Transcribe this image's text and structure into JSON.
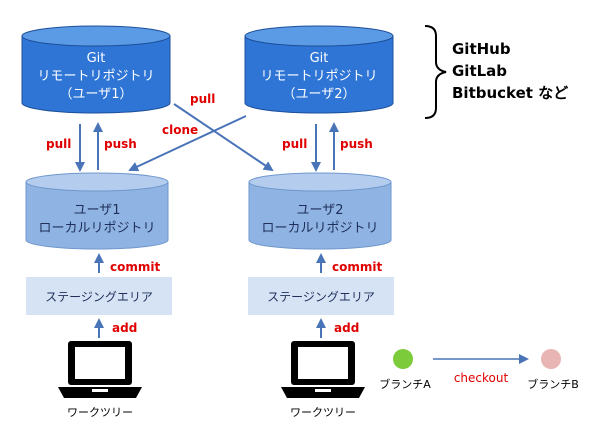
{
  "remote1": {
    "line1": "Git",
    "line2": "リモートリポジトリ",
    "line3": "（ユーザ1）"
  },
  "remote2": {
    "line1": "Git",
    "line2": "リモートリポジトリ",
    "line3": "（ユーザ2）"
  },
  "local1": {
    "line1": "ユーザ1",
    "line2": "ローカルリポジトリ"
  },
  "local2": {
    "line1": "ユーザ2",
    "line2": "ローカルリポジトリ"
  },
  "staging": "ステージングエリア",
  "worktree": "ワークツリー",
  "labels": {
    "pull": "pull",
    "push": "push",
    "clone": "clone",
    "commit": "commit",
    "add": "add",
    "checkout": "checkout"
  },
  "hosts": [
    "GitHub",
    "GitLab",
    "Bitbucket など"
  ],
  "branch_a": "ブランチA",
  "branch_b": "ブランチB",
  "colors": {
    "remote_fill": "#2e75d6",
    "remote_top": "#5b9be6",
    "local_fill": "#8fb4e3",
    "local_top": "#b4cdee",
    "staging_fill": "#d6e3f5",
    "arrow": "#4a74b8",
    "label_red": "#e00000",
    "branch_a": "#7ccb3b",
    "branch_b": "#e9b4b4"
  }
}
